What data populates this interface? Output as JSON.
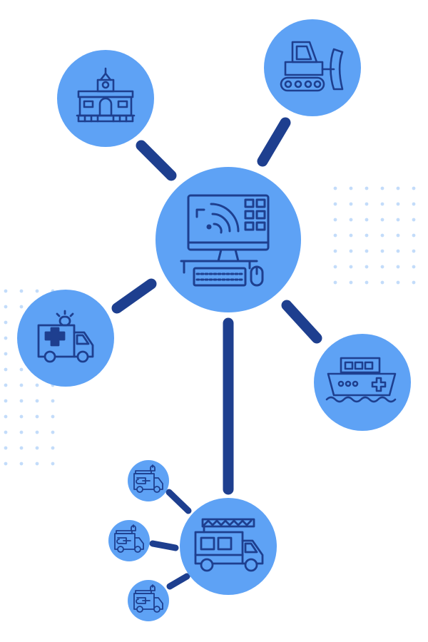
{
  "colors": {
    "background": "#ffffff",
    "node_fill": "#5ea2f5",
    "connector": "#1e3f8f",
    "icon_stroke": "#1e3f8f",
    "dots": "#c3dcfa",
    "red_cross": "#1e3f8f"
  },
  "nodes": [
    {
      "id": "center",
      "icon": "computer-control-panel-icon"
    },
    {
      "id": "town-hall",
      "icon": "town-hall-icon"
    },
    {
      "id": "bulldozer",
      "icon": "bulldozer-icon"
    },
    {
      "id": "ambulance",
      "icon": "ambulance-icon"
    },
    {
      "id": "medical-ship",
      "icon": "medical-ship-icon"
    },
    {
      "id": "fire-truck",
      "icon": "fire-truck-icon"
    },
    {
      "id": "fire-truck-small-1",
      "icon": "small-fire-truck-icon"
    },
    {
      "id": "fire-truck-small-2",
      "icon": "small-fire-truck-icon"
    },
    {
      "id": "fire-truck-small-3",
      "icon": "small-fire-truck-icon"
    }
  ],
  "links": [
    {
      "from": "center",
      "to": "town-hall"
    },
    {
      "from": "center",
      "to": "bulldozer"
    },
    {
      "from": "center",
      "to": "ambulance"
    },
    {
      "from": "center",
      "to": "medical-ship"
    },
    {
      "from": "center",
      "to": "fire-truck"
    },
    {
      "from": "fire-truck",
      "to": "fire-truck-small-1"
    },
    {
      "from": "fire-truck",
      "to": "fire-truck-small-2"
    },
    {
      "from": "fire-truck",
      "to": "fire-truck-small-3"
    }
  ]
}
